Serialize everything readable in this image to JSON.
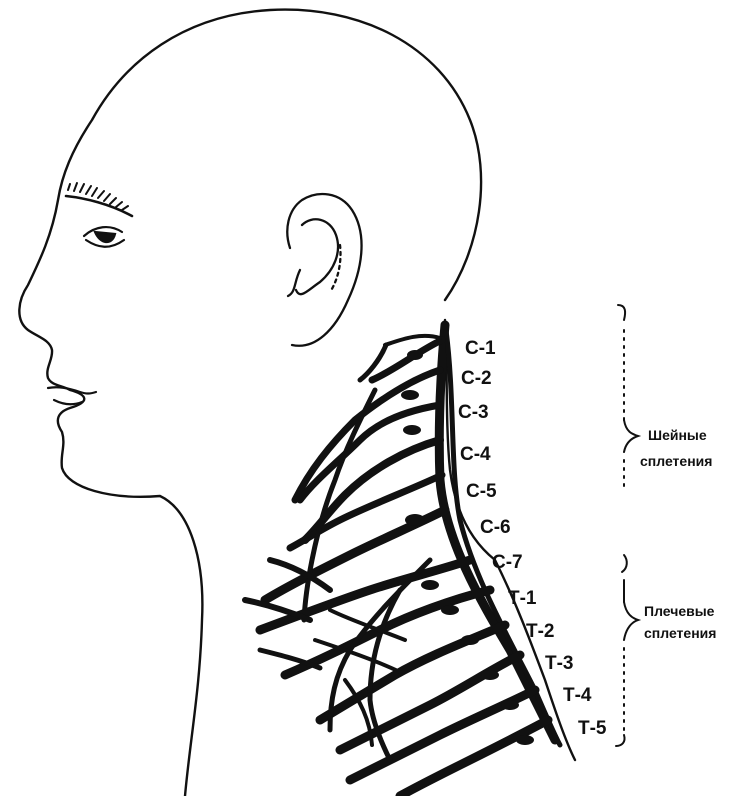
{
  "vertebra_labels": [
    "С-1",
    "С-2",
    "С-3",
    "С-4",
    "С-5",
    "С-6",
    "С-7",
    "Т-1",
    "Т-2",
    "Т-3",
    "Т-4",
    "Т-5"
  ],
  "groups": {
    "cervical": {
      "line1": "Шейные",
      "line2": "сплетения"
    },
    "brachial": {
      "line1": "Плечевые",
      "line2": "сплетения"
    }
  },
  "colors": {
    "ink": "#111111",
    "paper": "#ffffff"
  }
}
